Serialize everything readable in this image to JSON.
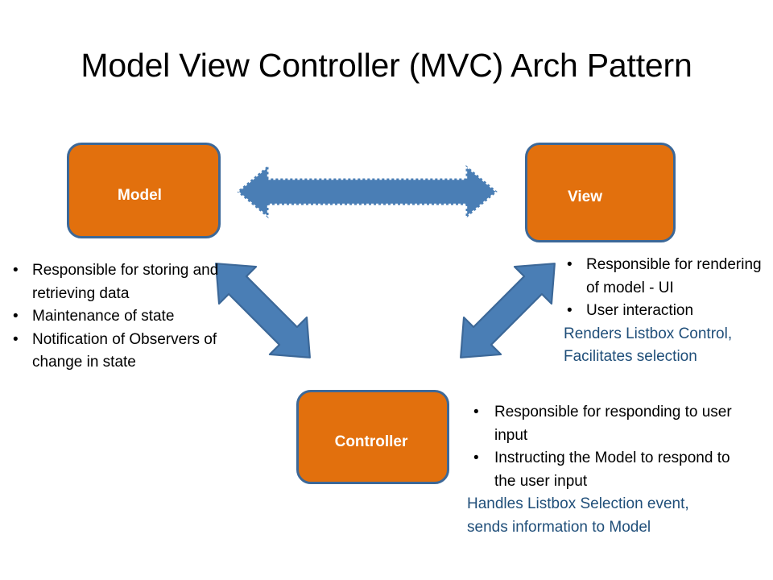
{
  "page": {
    "title": "Model View Controller (MVC) Arch Pattern",
    "background_color": "#FFFFFF"
  },
  "colors": {
    "node_fill": "#E2700D",
    "node_border": "#3C6898",
    "node_text": "#FFFFFF",
    "arrow_fill": "#4A7EB5",
    "arrow_stroke": "#3C6898",
    "note_text": "#1F4E79",
    "body_text": "#000000"
  },
  "nodes": {
    "model": {
      "label": "Model"
    },
    "view": {
      "label": "View"
    },
    "controller": {
      "label": "Controller"
    }
  },
  "arrows": {
    "model_view": {
      "name": "model-view-double-arrow",
      "direction": "bidirectional",
      "orientation": "horizontal"
    },
    "model_controller": {
      "name": "model-controller-double-arrow",
      "direction": "bidirectional",
      "orientation": "diagonal-down-right"
    },
    "controller_view": {
      "name": "controller-view-double-arrow",
      "direction": "bidirectional",
      "orientation": "diagonal-up-right"
    }
  },
  "descriptions": {
    "model": {
      "bullets": [
        "Responsible for storing and retrieving data",
        "Maintenance of state",
        "Notification of Observers  of change in state"
      ],
      "notes": []
    },
    "view": {
      "bullets": [
        "Responsible for rendering of model - UI",
        "User interaction"
      ],
      "notes": [
        "Renders Listbox Control, Facilitates selection"
      ]
    },
    "controller": {
      "bullets": [
        "Responsible for responding to user input",
        "Instructing the Model to respond to the user input"
      ],
      "notes": [
        "Handles  Listbox Selection event, sends information to Model"
      ]
    }
  }
}
